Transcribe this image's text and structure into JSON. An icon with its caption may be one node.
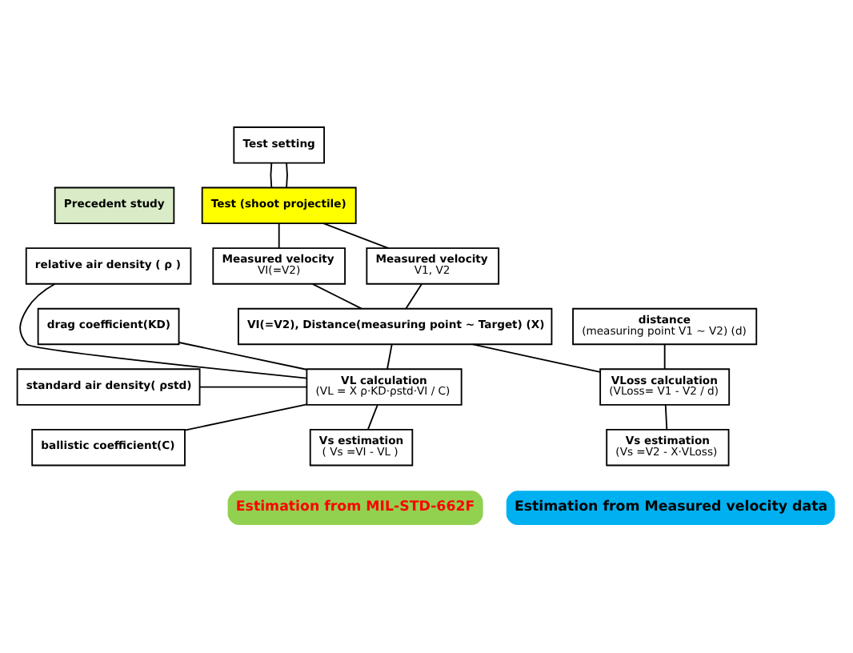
{
  "diagram": {
    "nodes": [
      {
        "text": [
          "Test setting"
        ]
      },
      {
        "text": [
          "Precedent study"
        ]
      },
      {
        "text": [
          "Test (shoot projectile)"
        ]
      },
      {
        "text": [
          "relative air density ( ρ )"
        ]
      },
      {
        "text": [
          "Measured velocity",
          "VI(=V2)"
        ]
      },
      {
        "text": [
          "Measured velocity",
          "V1, V2"
        ]
      },
      {
        "text": [
          "drag coefficient(KD)"
        ]
      },
      {
        "text": [
          "VI(=V2), Distance(measuring point ~ Target) (X)"
        ]
      },
      {
        "text": [
          "distance",
          "(measuring point V1 ~ V2) (d)"
        ]
      },
      {
        "text": [
          "standard air density( ρstd)"
        ]
      },
      {
        "text": [
          "VL calculation",
          "(VL = X ρ·KD·ρstd·VI / C)"
        ]
      },
      {
        "text": [
          "VLoss calculation",
          "(VLoss= V1 - V2 / d)"
        ]
      },
      {
        "text": [
          "ballistic coefficient(C)"
        ]
      },
      {
        "text": [
          "Vs estimation",
          "( Vs =VI - VL )"
        ]
      },
      {
        "text": [
          "Vs estimation",
          "(Vs =V2 - X·VLoss)"
        ]
      },
      {
        "text": [
          "Estimation from MIL-STD-662F"
        ]
      },
      {
        "text": [
          "Estimation from Measured velocity data"
        ]
      }
    ],
    "edges": [
      {
        "from": 0,
        "to": 2,
        "arrow": "none"
      },
      {
        "from": 0,
        "to": 2,
        "arrow": "none"
      },
      {
        "from": 2,
        "to": 4,
        "arrow": "none"
      },
      {
        "from": 2,
        "to": 5,
        "arrow": "none"
      },
      {
        "from": 4,
        "to": 7,
        "arrow": "none"
      },
      {
        "from": 5,
        "to": 7,
        "arrow": "none"
      },
      {
        "from": 7,
        "to": 10,
        "arrow": "none"
      },
      {
        "from": 3,
        "to": 10,
        "arrow": "none"
      },
      {
        "from": 6,
        "to": 10,
        "arrow": "none"
      },
      {
        "from": 9,
        "to": 10,
        "arrow": "none"
      },
      {
        "from": 12,
        "to": 10,
        "arrow": "none"
      },
      {
        "from": 7,
        "to": 11,
        "arrow": "none"
      },
      {
        "from": 8,
        "to": 11,
        "arrow": "none"
      },
      {
        "from": 10,
        "to": 13,
        "arrow": "none"
      },
      {
        "from": 11,
        "to": 14,
        "arrow": "none"
      }
    ]
  }
}
